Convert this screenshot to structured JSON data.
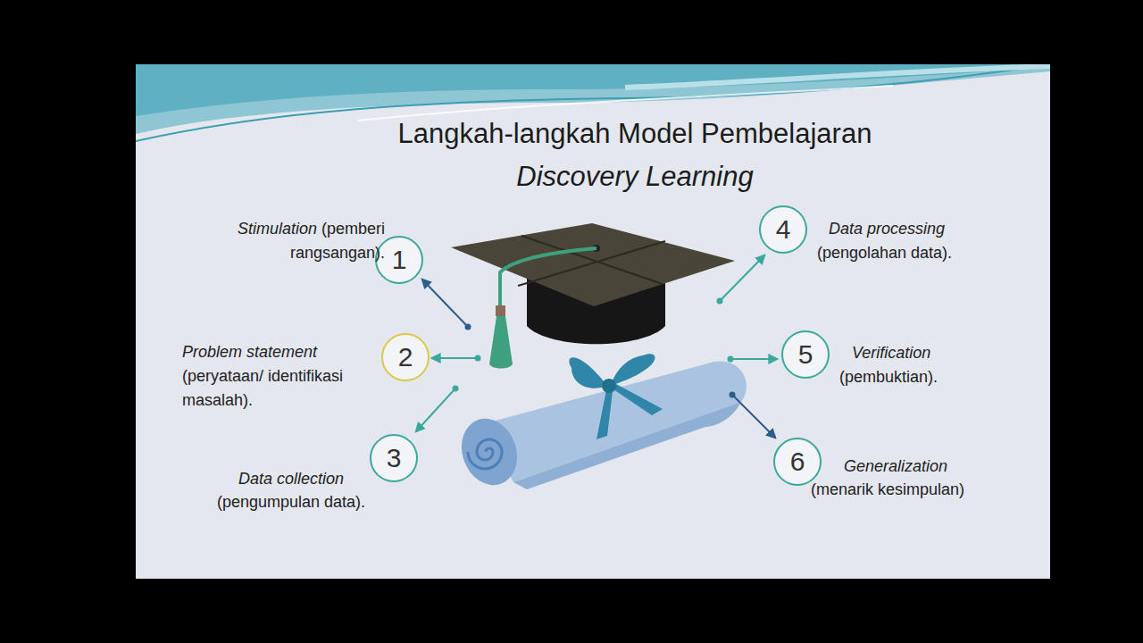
{
  "diagram": {
    "title": "Langkah-langkah Model Pembelajaran",
    "nodes": [
      {
        "text": [
          "1",
          "Stimulation",
          "(pemberi rangsangan)."
        ]
      },
      {
        "text": [
          "2",
          "Problem statement",
          "(peryataan/ identifikasi masalah)."
        ]
      },
      {
        "text": [
          "3",
          "Data collection",
          "(pengumpulan data)."
        ]
      },
      {
        "text": [
          "4",
          "Data processing",
          "(pengolahan data)."
        ]
      },
      {
        "text": [
          "5",
          "Verification",
          "(pembuktian)."
        ]
      },
      {
        "text": [
          "6",
          "Generalization",
          "(menarik kesimpulan)"
        ]
      }
    ],
    "labels": [
      "Discovery Learning"
    ]
  }
}
